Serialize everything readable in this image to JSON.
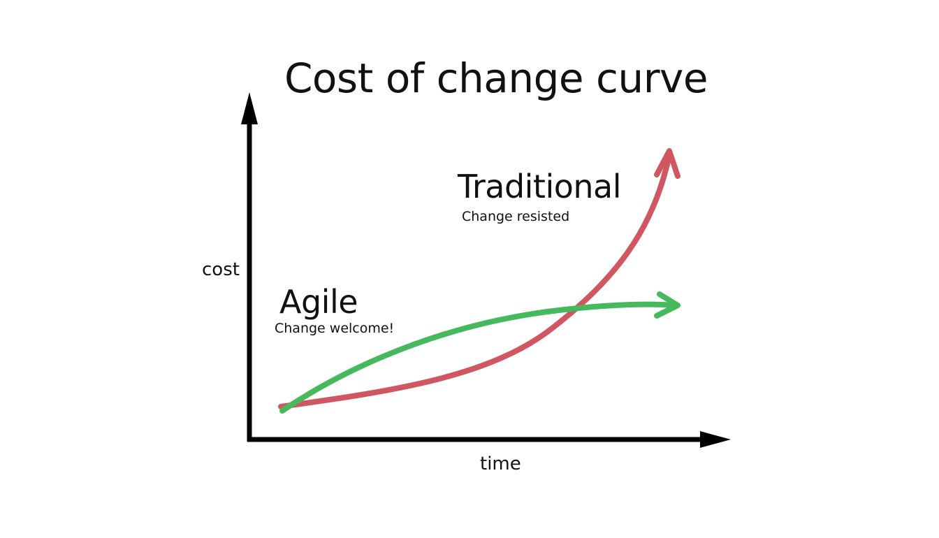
{
  "title": "Cost of change curve",
  "axes": {
    "y_label": "cost",
    "x_label": "time"
  },
  "series": {
    "agile": {
      "name": "Agile",
      "note": "Change welcome!",
      "color": "#47b95d"
    },
    "traditional": {
      "name": "Traditional",
      "note": "Change resisted",
      "color": "#d05762"
    }
  },
  "axis_color": "#000000"
}
